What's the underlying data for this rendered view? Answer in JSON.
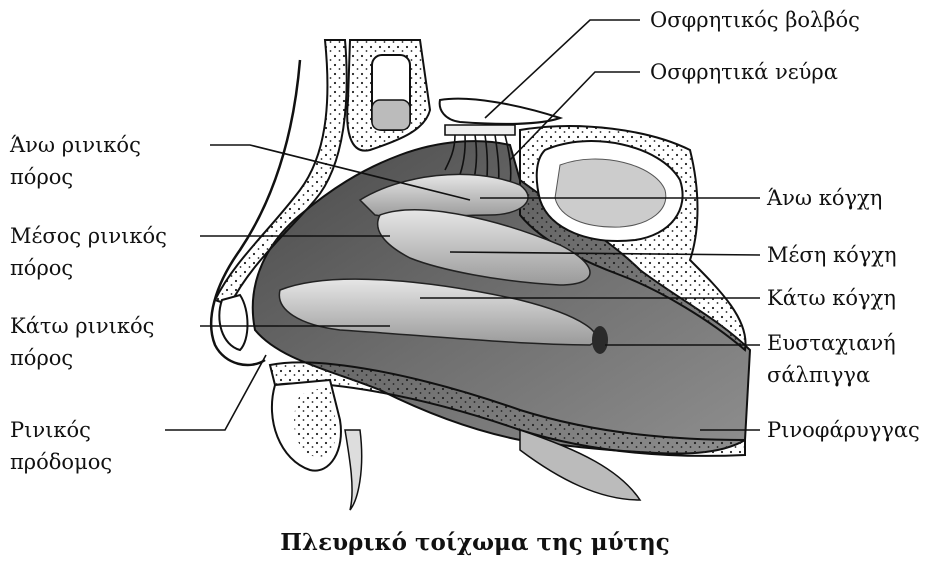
{
  "labels": {
    "olfactory_bulb": "Οσφρητικός βολβός",
    "olfactory_nerves": "Οσφρητικά νεύρα",
    "superior_meatus_1": "Άνω ρινικός",
    "superior_meatus_2": "πόρος",
    "superior_concha": "Άνω κόγχη",
    "middle_meatus_1": "Μέσος ρινικός",
    "middle_meatus_2": "πόρος",
    "middle_concha": "Μέση κόγχη",
    "inferior_concha": "Κάτω κόγχη",
    "inferior_meatus_1": "Κάτω ρινικός",
    "inferior_meatus_2": "πόρος",
    "eustachian_1": "Ευσταχιανή",
    "eustachian_2": "σάλπιγγα",
    "vestibule_1": "Ρινικός",
    "vestibule_2": "πρόδομος",
    "nasopharynx": "Ρινοφάρυγγας"
  },
  "caption": "Πλευρικό τοίχωμα της μύτης"
}
